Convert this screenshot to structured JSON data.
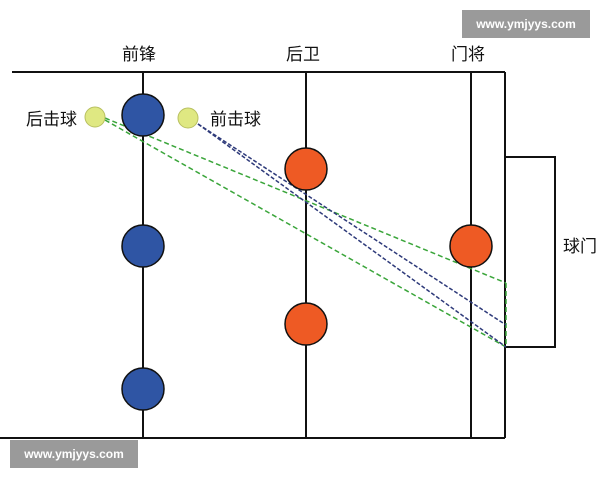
{
  "labels": {
    "forward": "前锋",
    "defender": "后卫",
    "goalkeeper": "门将",
    "back_hit": "后击球",
    "front_hit": "前击球",
    "goal": "球门"
  },
  "watermark": "www.ymjyys.com",
  "colors": {
    "forward_players": "#2f55a4",
    "defense_players": "#ee5a24",
    "balls": "#dfe882",
    "back_hit_paths": "#3aa53a",
    "front_hit_paths": "#2e3a7a"
  }
}
